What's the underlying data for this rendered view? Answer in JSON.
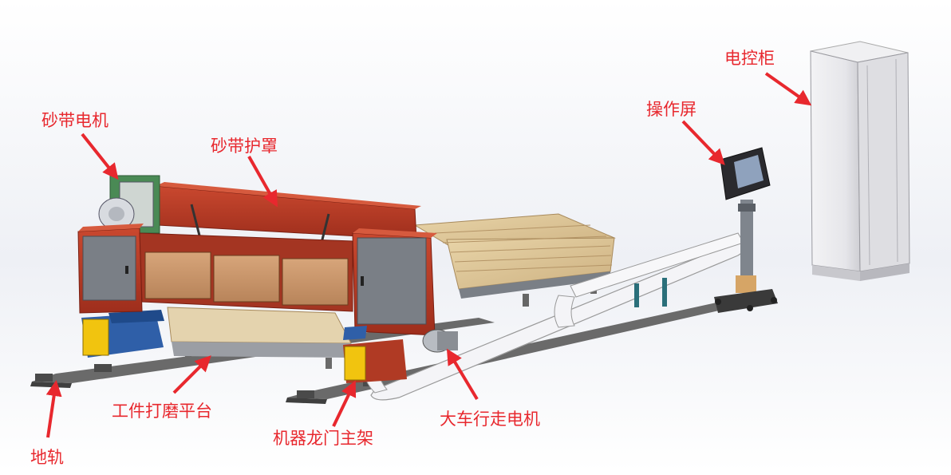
{
  "colors": {
    "label": "#e8282e",
    "arrow": "#e8282e",
    "frame": "#b83a24",
    "guard": "#c0402a",
    "panel": "#7a7f86",
    "wood": "#dcc497",
    "motor_yellow": "#f1c40f",
    "motor_blue": "#2f5fa8",
    "chain": "#f4f4f7",
    "cabinet": "#ececee",
    "rail": "#555555"
  },
  "labels": {
    "sanding_motor": "砂带电机",
    "sanding_guard": "砂带护罩",
    "control_cabinet": "电控柜",
    "operation_screen": "操作屏",
    "workpiece_platform": "工件打磨平台",
    "gantry_frame": "机器龙门主架",
    "travel_motor": "大车行走电机",
    "ground_rail": "地轨"
  },
  "icons": {
    "arrow": "arrow-icon",
    "motor": "motor-icon",
    "screen": "screen-icon",
    "cabinet": "cabinet-icon"
  }
}
